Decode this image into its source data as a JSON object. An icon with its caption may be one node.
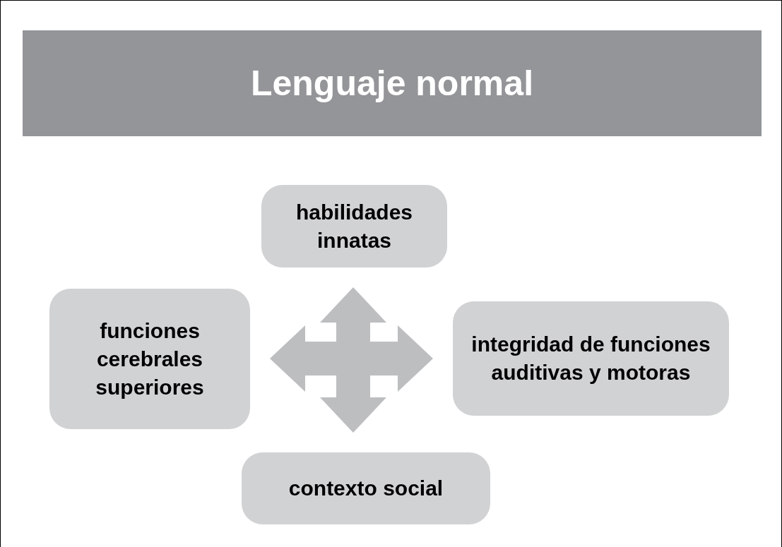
{
  "diagram": {
    "title": "Lenguaje normal",
    "nodes": [
      {
        "text": [
          "habilidades innatas"
        ]
      },
      {
        "text": [
          "funciones cerebrales superiores"
        ]
      },
      {
        "text": [
          "integridad de funciones auditivas y motoras"
        ]
      },
      {
        "text": [
          "contexto social"
        ]
      }
    ],
    "edges": [
      {
        "from": 0,
        "to": 3,
        "arrow": "both"
      },
      {
        "from": 1,
        "to": 2,
        "arrow": "both"
      }
    ]
  }
}
